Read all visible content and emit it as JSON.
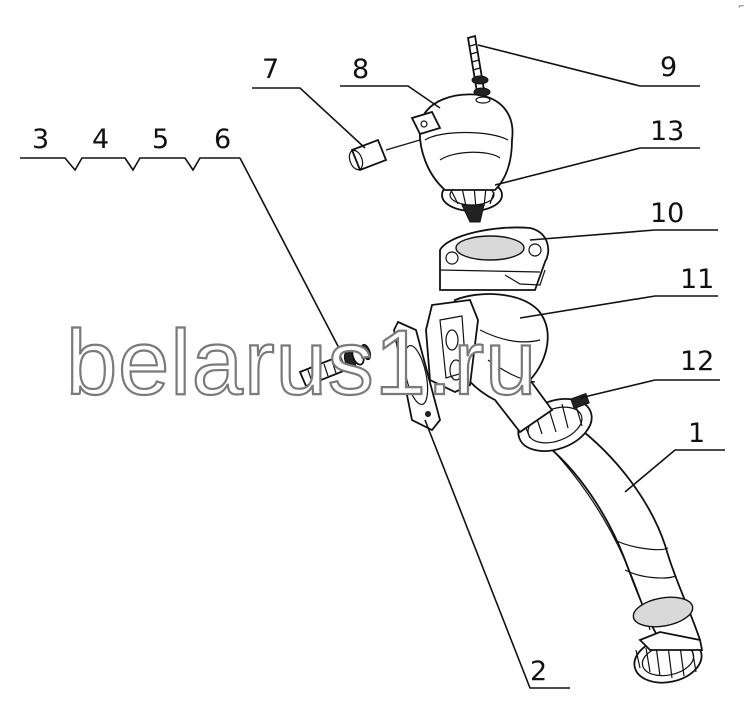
{
  "callouts": {
    "c1": "1",
    "c2": "2",
    "c3": "3",
    "c4": "4",
    "c5": "5",
    "c6": "6",
    "c7": "7",
    "c8": "8",
    "c9": "9",
    "c10": "10",
    "c11": "11",
    "c12": "12",
    "c13": "13"
  },
  "watermark": "belarus1.ru",
  "corner_mark": "⌐"
}
